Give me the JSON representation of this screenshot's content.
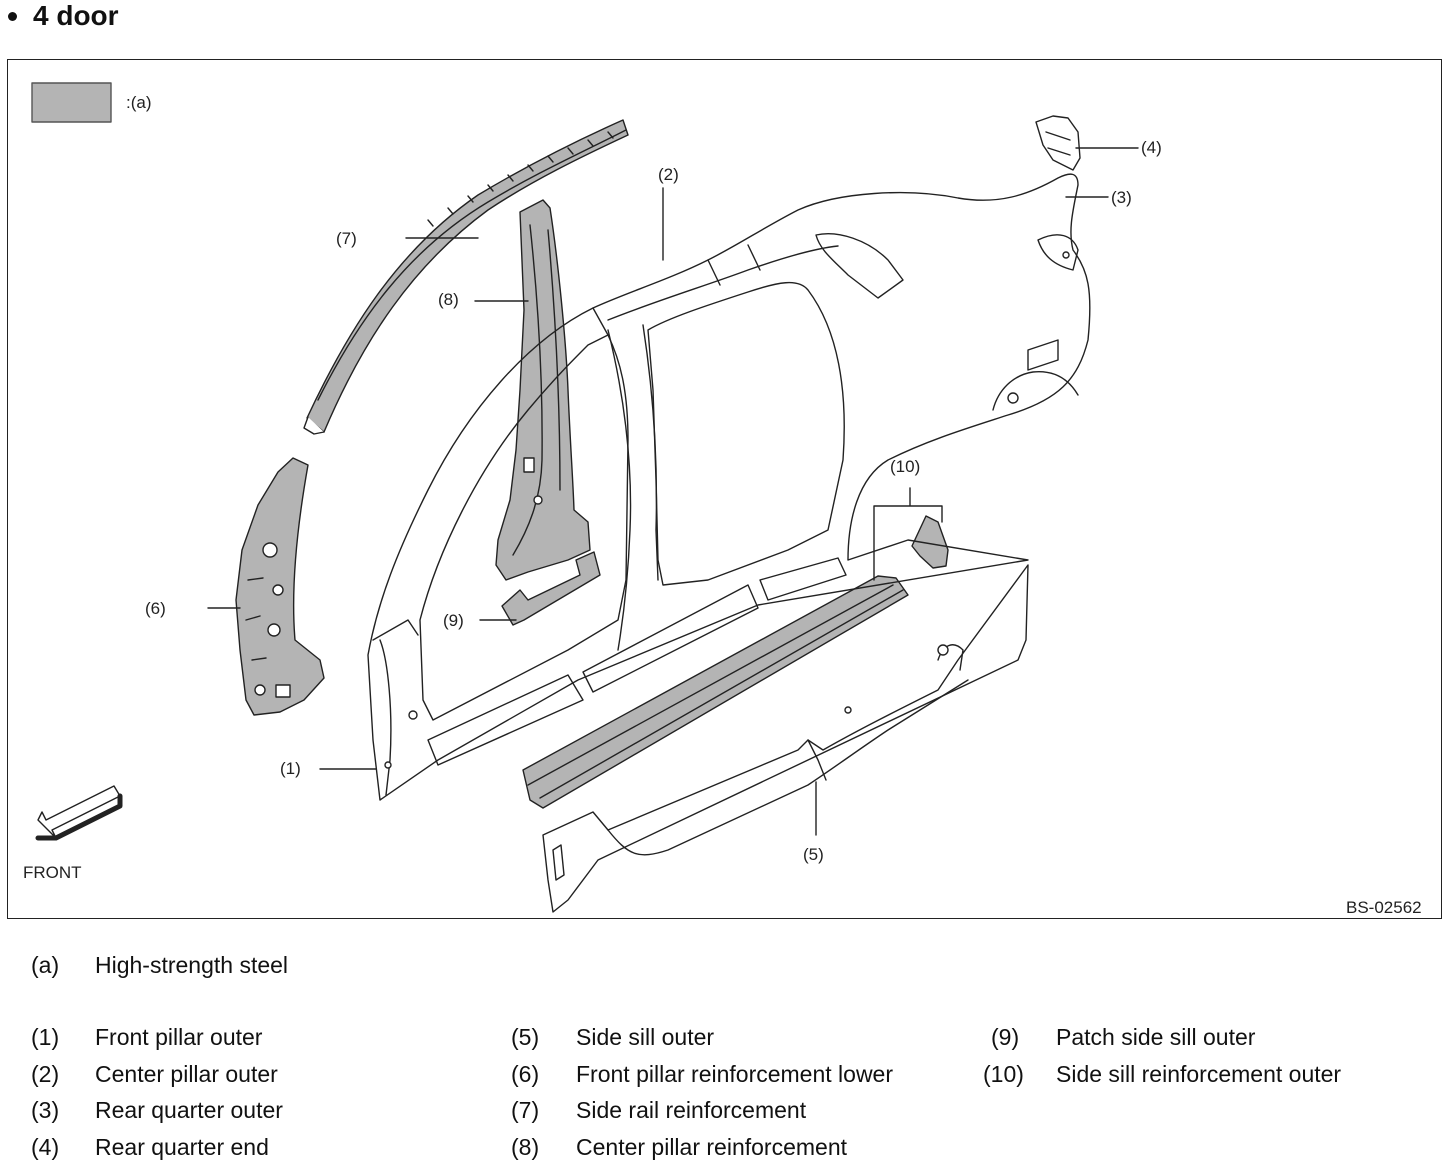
{
  "page": {
    "heading": "4 door"
  },
  "figure": {
    "legend_key": ":(a)",
    "front_label": "FRONT",
    "figure_code": "BS-02562",
    "callouts": {
      "c1": "(1)",
      "c2": "(2)",
      "c3": "(3)",
      "c4": "(4)",
      "c5": "(5)",
      "c6": "(6)",
      "c7": "(7)",
      "c8": "(8)",
      "c9": "(9)",
      "c10": "(10)"
    },
    "colors": {
      "high_strength_fill": "#b4b4b4",
      "line": "#222222"
    }
  },
  "legend": {
    "material": {
      "num": "(a)",
      "text": "High-strength steel"
    },
    "parts": [
      {
        "num": "(1)",
        "text": "Front pillar outer"
      },
      {
        "num": "(2)",
        "text": "Center pillar outer"
      },
      {
        "num": "(3)",
        "text": "Rear quarter outer"
      },
      {
        "num": "(4)",
        "text": "Rear quarter end"
      },
      {
        "num": "(5)",
        "text": "Side sill outer"
      },
      {
        "num": "(6)",
        "text": "Front pillar reinforcement lower"
      },
      {
        "num": "(7)",
        "text": "Side rail reinforcement"
      },
      {
        "num": "(8)",
        "text": "Center pillar reinforcement"
      },
      {
        "num": "(9)",
        "text": "Patch side sill outer"
      },
      {
        "num": "(10)",
        "text": "Side sill reinforcement outer"
      }
    ]
  }
}
